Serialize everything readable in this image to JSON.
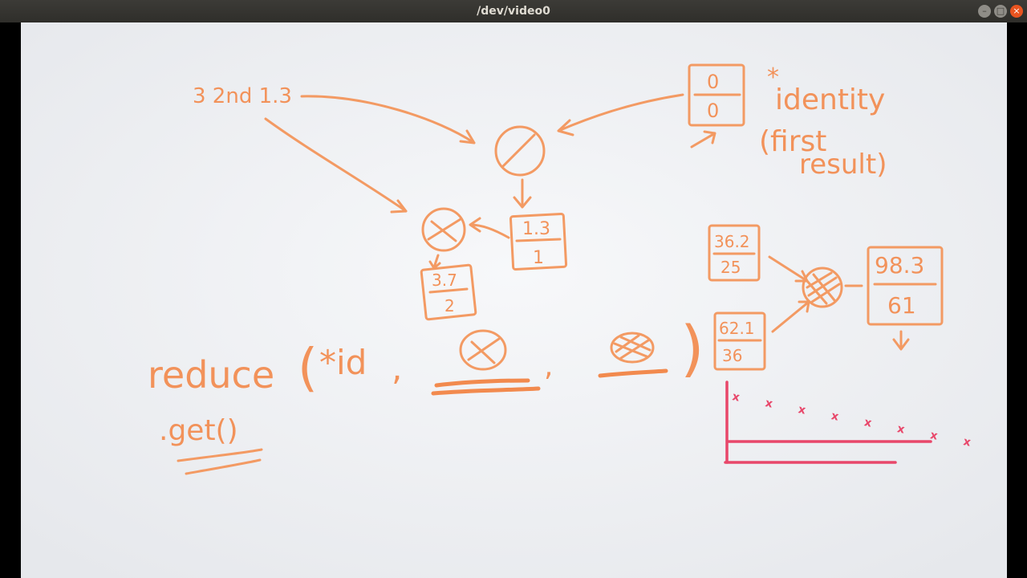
{
  "window": {
    "title": "/dev/video0",
    "buttons": {
      "minimize": "–",
      "maximize": "□",
      "close": "×"
    }
  },
  "whiteboard": {
    "index_label": "3 2nd 1.3",
    "box_top": {
      "num": "0",
      "den": "0"
    },
    "note_star": "*",
    "note_line1": "identity",
    "note_line2": "(first",
    "note_line3": "result)",
    "box_mid": {
      "num": "1.3",
      "den": "1"
    },
    "box_left": {
      "num": "3.7",
      "den": "2"
    },
    "box_r1": {
      "num": "36.2",
      "den": "25"
    },
    "box_r2": {
      "num": "62.1",
      "den": "36"
    },
    "box_result": {
      "num": "98.3",
      "den": "61"
    },
    "reduce_word": "reduce",
    "reduce_paren_open": "(",
    "reduce_star_id": "*id",
    "comma1": ",",
    "comma2": ",",
    "reduce_paren_close": ")",
    "get_call": ".get()",
    "marks": "x x x x x x x x"
  },
  "colors": {
    "ink": "#f39a63",
    "pink": "#e8476a",
    "board": "#f4f5f7"
  }
}
